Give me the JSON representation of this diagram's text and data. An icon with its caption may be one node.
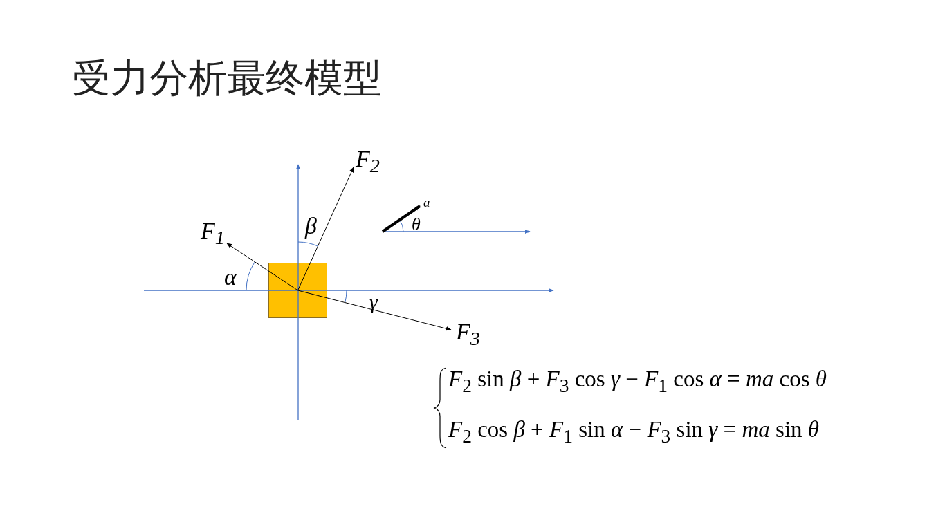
{
  "diagram": {
    "title": "受力分析最终模型",
    "nodes": [
      {
        "text": [],
        "shape": "box"
      },
      {
        "text": [
          "F$_{1}$"
        ]
      },
      {
        "text": [
          "F$_{2}$"
        ]
      },
      {
        "text": [
          "F$_{3}$"
        ]
      },
      {
        "text": [
          "a"
        ]
      }
    ],
    "edges": [
      {
        "from": 0,
        "to": 1,
        "arrow": "to"
      },
      {
        "from": 0,
        "to": 2,
        "arrow": "to"
      },
      {
        "from": 0,
        "to": 3,
        "arrow": "to"
      },
      {
        "from": null,
        "to": 4,
        "arrow": "to",
        "style": "thick"
      }
    ],
    "labels": [
      "β",
      "θ",
      "α",
      "γ",
      "*F*$_{2}$ sin *β* + *F*$_{3}$ cos *γ* − *F*$_{1}$ cos *α* = *ma* cos *θ*",
      "*F*$_{2}$ cos *β* + *F*$_{1}$ sin *α* − *F*$_{3}$ sin *γ* = *ma* sin *θ*"
    ]
  }
}
